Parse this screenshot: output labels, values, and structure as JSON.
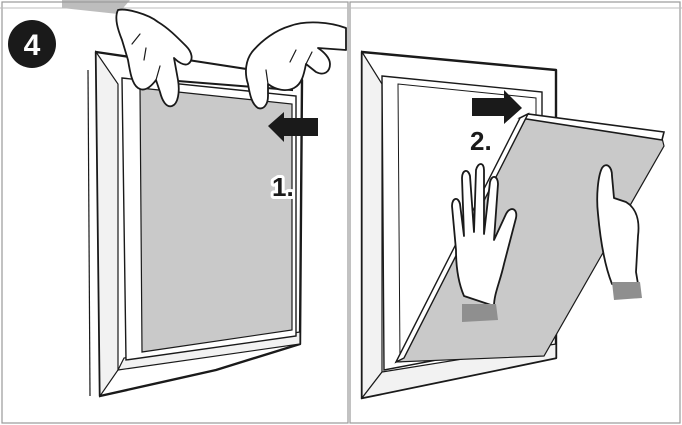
{
  "step": {
    "number": "4"
  },
  "left_panel": {
    "label": "1."
  },
  "right_panel": {
    "label": "2."
  },
  "colors": {
    "ink": "#1a1a1a",
    "glass": "#c9c9c9",
    "sleeve": "#8f8f8f",
    "panel_border": "#9a9a9a"
  }
}
